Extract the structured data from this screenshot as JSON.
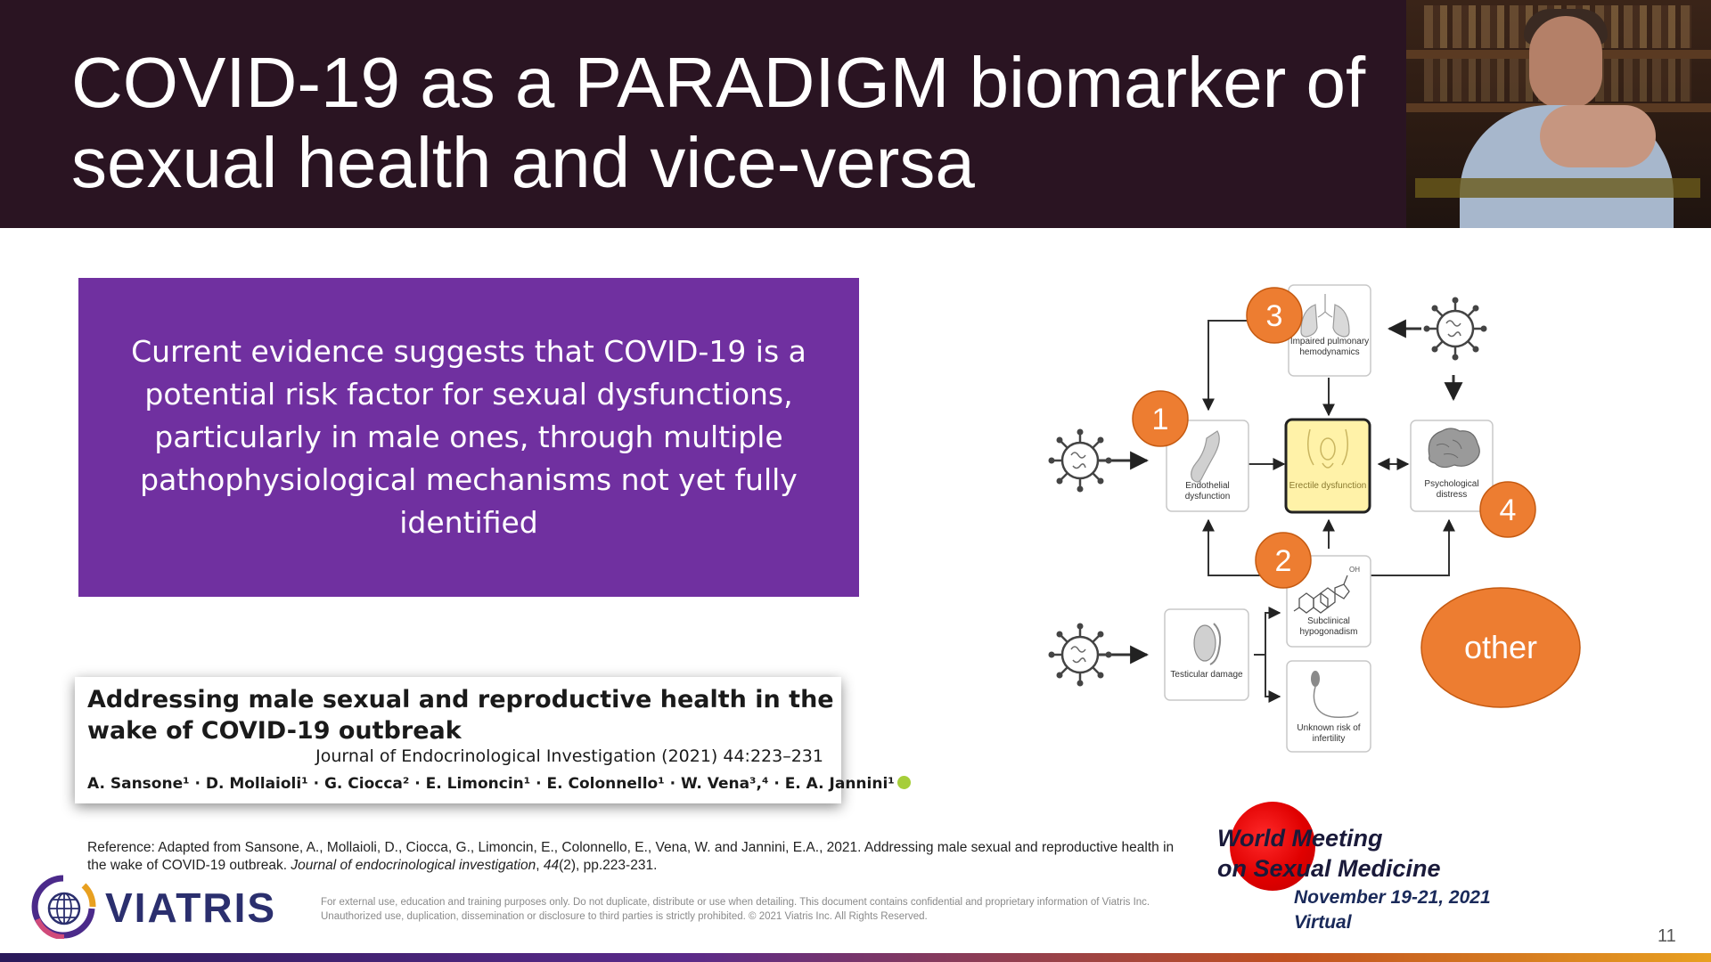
{
  "slide": {
    "title": "COVID-19 as a PARADIGM biomarker of sexual health and vice-versa",
    "evidence": "Current evidence suggests that COVID-19 is a potential risk factor for sexual dysfunctions, particularly in male ones, through multiple pathophysiological mechanisms not yet fully identified",
    "article": {
      "title": "Addressing male sexual and reproductive health in the wake of COVID-19 outbreak",
      "journal": "Journal of Endocrinological Investigation (2021) 44:223–231",
      "authors": "A. Sansone¹ · D. Mollaioli¹ · G. Ciocca² · E. Limoncin¹ · E. Colonnello¹ · W. Vena³,⁴ · E. A. Jannini¹"
    },
    "reference": {
      "prefix": "Reference: Adapted from Sansone, A., Mollaioli, D., Ciocca, G., Limoncin, E., Colonnello, E., Vena, W. and Jannini, E.A., 2021. Addressing male sexual and reproductive health in the wake of COVID-19 outbreak.",
      "journal": "Journal of endocrinological investigation",
      "volume": "44",
      "suffix": "(2), pp.223-231."
    },
    "diagram": {
      "nodes": {
        "pulmonary": "Impaired pulmonary hemodynamics",
        "endothelial": "Endothelial dysfunction",
        "erectile": "Erectile dysfunction",
        "psychological": "Psychological distress",
        "hypogonadism": "Subclinical hypogonadism",
        "testicular": "Testicular damage",
        "infertility": "Unknown risk of infertility"
      },
      "badges": {
        "one": "1",
        "two": "2",
        "three": "3",
        "four": "4"
      },
      "other": "other"
    },
    "footer": {
      "brand": "VIATRIS",
      "disclaimer": "For external use, education and training purposes only. Do not duplicate, distribute or use when detailing. This document contains confidential and proprietary information of Viatris Inc. Unauthorized use, duplication, dissemination or disclosure to third parties is strictly prohibited. © 2021 Viatris Inc. All Rights Reserved.",
      "meeting_line1": "World Meeting",
      "meeting_line2": "on Sexual Medicine",
      "dates": "November 19-21, 2021",
      "format": "Virtual",
      "page": "11"
    }
  },
  "colors": {
    "header": "#2a1422",
    "evidence_box": "#7030a0",
    "badge": "#ed7d31",
    "erectile_box": "#fff2a8",
    "brand": "#2b2f6e"
  },
  "icons": [
    "virus-icon",
    "lungs-icon",
    "vessel-icon",
    "pelvis-icon",
    "brain-icon",
    "steroid-molecule-icon",
    "testis-icon",
    "sperm-icon",
    "globe-logo-icon",
    "orcid-icon"
  ]
}
